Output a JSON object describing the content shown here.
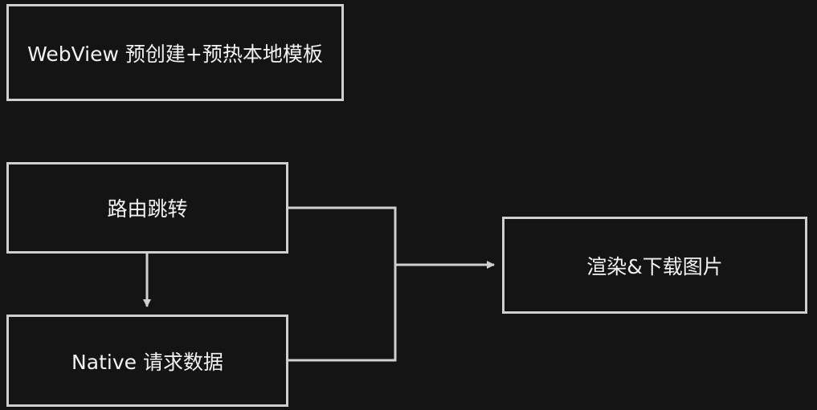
{
  "nodes": {
    "webview": "WebView 预创建+预热本地模板",
    "route": "路由跳转",
    "native": "Native 请求数据",
    "render": "渲染&下载图片"
  },
  "edges": [
    {
      "from": "route",
      "to": "native"
    },
    {
      "from": "route",
      "to": "render"
    },
    {
      "from": "native",
      "to": "render"
    }
  ],
  "colors": {
    "background": "#141414",
    "stroke": "#cfcfcf",
    "text": "#f2f2f2"
  }
}
